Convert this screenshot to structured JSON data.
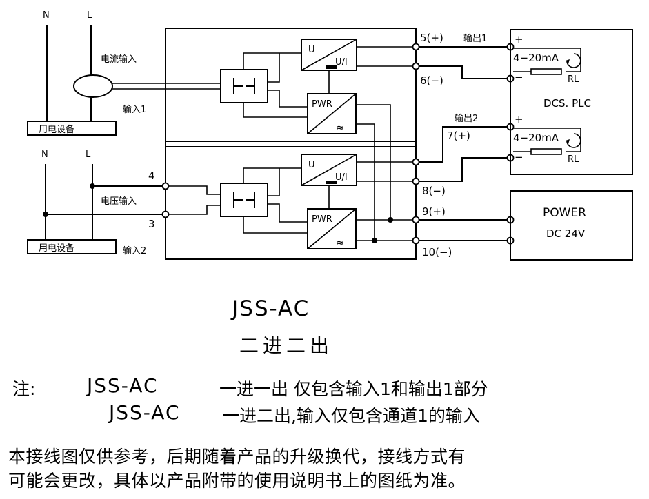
{
  "mains": {
    "top": {
      "n": "N",
      "l": "L",
      "device": "用电设备",
      "input_type": "电流输入",
      "input_name": "输入1"
    },
    "bottom": {
      "n": "N",
      "l": "L",
      "device": "用电设备",
      "input_type": "电压输入",
      "input_name": "输入2",
      "term_upper": "4",
      "term_lower": "3"
    }
  },
  "modules": {
    "converter_u": "U",
    "converter_ui": "U/I",
    "power": "PWR",
    "power_symbol": "≈"
  },
  "outputs": {
    "t5": "5(+)",
    "t6": "6(−)",
    "t7": "7(+)",
    "t8": "8(−)",
    "t9": "9(+)",
    "t10": "10(−)",
    "out1": "输出1",
    "out2": "输出2"
  },
  "loads": {
    "plus": "+",
    "minus": "−",
    "current": "4−20mA",
    "resistor": "RL",
    "dcs_label": "DCS. PLC",
    "power_title": "POWER",
    "power_spec": "DC 24V"
  },
  "caption": {
    "model": "JSS-AC",
    "config": "二进二出"
  },
  "notes": {
    "prefix": "注:",
    "line1_model": "JSS-AC",
    "line1_text": "一进一出 仅包含输入1和输出1部分",
    "line2_model": "JSS-AC",
    "line2_text": "一进二出,输入仅包含通道1的输入"
  },
  "disclaimer": {
    "line1": "本接线图仅供参考，后期随着产品的升级换代，接线方式有",
    "line2": "可能会更改，具体以产品附带的使用说明书上的图纸为准。"
  }
}
